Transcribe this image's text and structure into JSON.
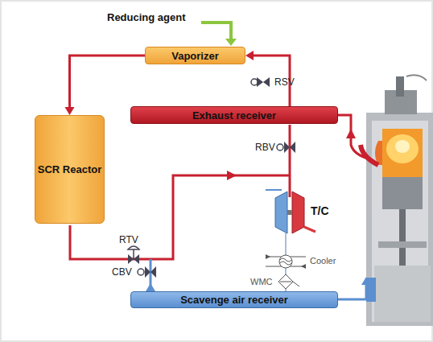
{
  "diagram": {
    "nodes": [
      {
        "text": [
          "Vaporizer"
        ]
      },
      {
        "text": [
          "Exhaust receiver"
        ]
      },
      {
        "text": [
          "SCR Reactor"
        ]
      },
      {
        "text": [
          "Scavenge air receiver"
        ]
      }
    ],
    "edges": [
      {
        "from": 1,
        "to": 0,
        "arrow": "to"
      },
      {
        "from": 0,
        "to": 2,
        "arrow": "to"
      }
    ],
    "labels": [
      "Reducing agent",
      "RSV",
      "RBV",
      "T/C",
      "Cooler",
      "RTV",
      "CBV",
      "WMC"
    ]
  }
}
